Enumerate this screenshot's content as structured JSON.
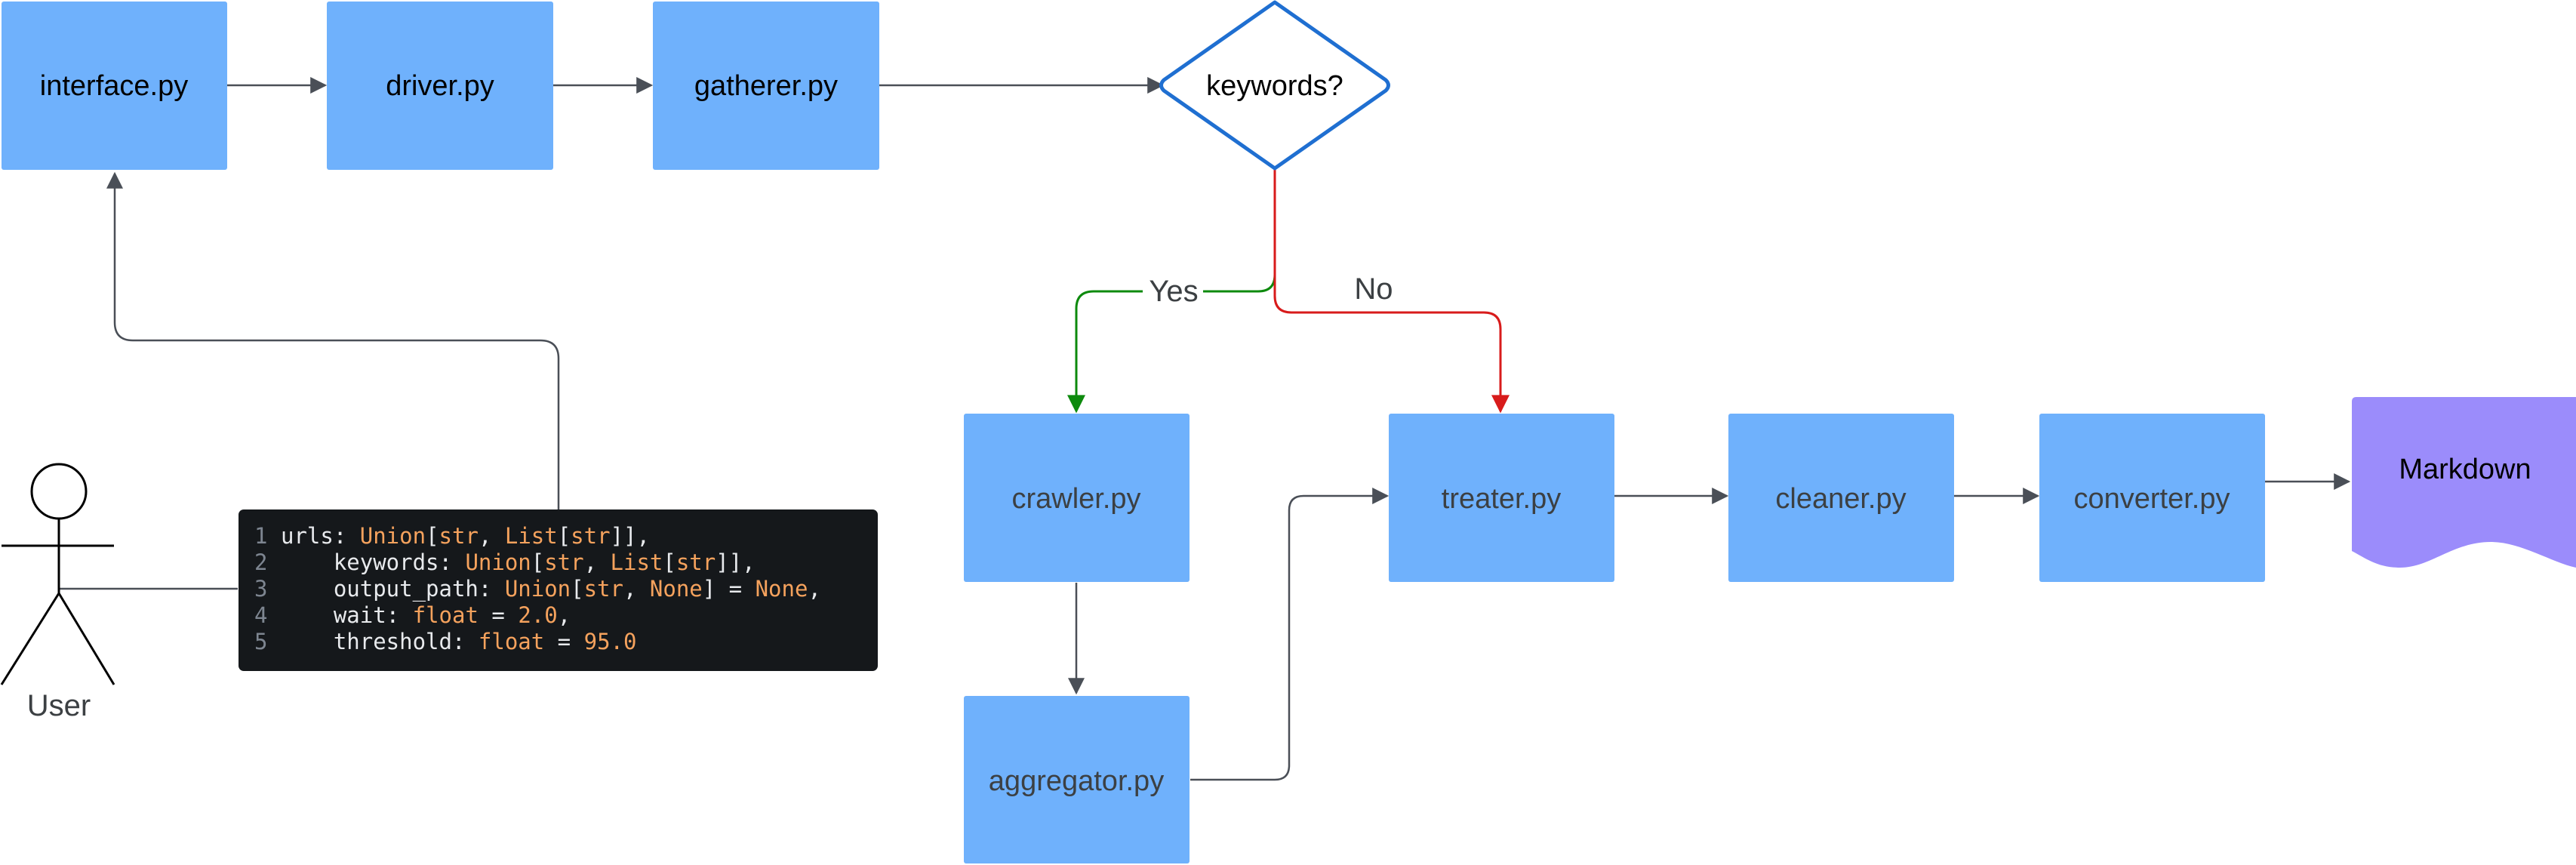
{
  "nodes": {
    "interface": "interface.py",
    "driver": "driver.py",
    "gatherer": "gatherer.py",
    "decision": "keywords?",
    "crawler": "crawler.py",
    "aggregator": "aggregator.py",
    "treater": "treater.py",
    "cleaner": "cleaner.py",
    "converter": "converter.py",
    "output": "Markdown",
    "actor": "User"
  },
  "edges": {
    "yes_label": "Yes",
    "no_label": "No"
  },
  "code": {
    "line_numbers": [
      "1",
      "2",
      "3",
      "4",
      "5"
    ],
    "lines": [
      [
        {
          "t": "urls: ",
          "c": "plain"
        },
        {
          "t": "Union",
          "c": "type"
        },
        {
          "t": "[",
          "c": "plain"
        },
        {
          "t": "str",
          "c": "type"
        },
        {
          "t": ", ",
          "c": "plain"
        },
        {
          "t": "List",
          "c": "type"
        },
        {
          "t": "[",
          "c": "plain"
        },
        {
          "t": "str",
          "c": "type"
        },
        {
          "t": "]],",
          "c": "plain"
        }
      ],
      [
        {
          "t": "    keywords: ",
          "c": "plain"
        },
        {
          "t": "Union",
          "c": "type"
        },
        {
          "t": "[",
          "c": "plain"
        },
        {
          "t": "str",
          "c": "type"
        },
        {
          "t": ", ",
          "c": "plain"
        },
        {
          "t": "List",
          "c": "type"
        },
        {
          "t": "[",
          "c": "plain"
        },
        {
          "t": "str",
          "c": "type"
        },
        {
          "t": "]],",
          "c": "plain"
        }
      ],
      [
        {
          "t": "    output_path: ",
          "c": "plain"
        },
        {
          "t": "Union",
          "c": "type"
        },
        {
          "t": "[",
          "c": "plain"
        },
        {
          "t": "str",
          "c": "type"
        },
        {
          "t": ", ",
          "c": "plain"
        },
        {
          "t": "None",
          "c": "type"
        },
        {
          "t": "] = ",
          "c": "plain"
        },
        {
          "t": "None",
          "c": "type"
        },
        {
          "t": ",",
          "c": "plain"
        }
      ],
      [
        {
          "t": "    wait: ",
          "c": "plain"
        },
        {
          "t": "float",
          "c": "type"
        },
        {
          "t": " = ",
          "c": "plain"
        },
        {
          "t": "2.0",
          "c": "type"
        },
        {
          "t": ",",
          "c": "plain"
        }
      ],
      [
        {
          "t": "    threshold: ",
          "c": "plain"
        },
        {
          "t": "float",
          "c": "type"
        },
        {
          "t": " = ",
          "c": "plain"
        },
        {
          "t": "95.0",
          "c": "type"
        }
      ]
    ]
  },
  "colors": {
    "box_fill": "#6fb1fc",
    "decision_stroke": "#1f6fd1",
    "output_fill": "#9b8cfb",
    "yes_edge": "#0d8a0d",
    "no_edge": "#d81b1b",
    "edge": "#4a4f57",
    "code_bg": "#15181b",
    "code_text": "#e8eaed",
    "code_type": "#f5a25d",
    "code_lineno": "#7d8590"
  }
}
